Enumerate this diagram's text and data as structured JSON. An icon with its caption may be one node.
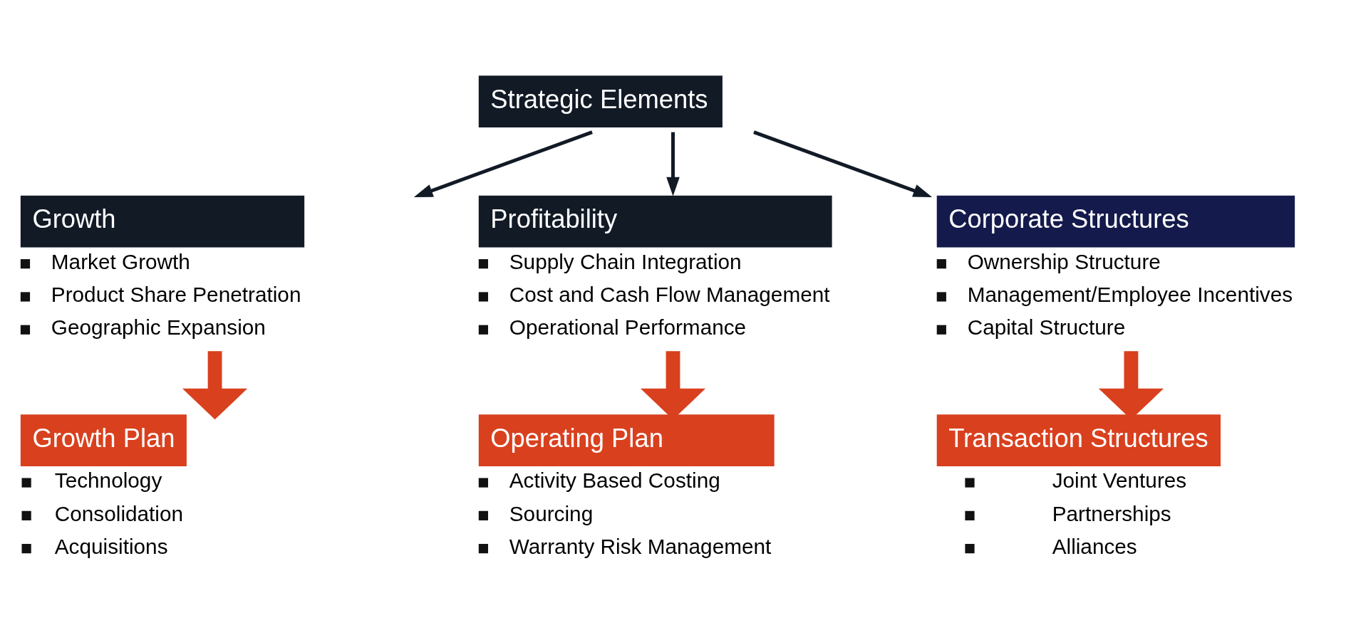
{
  "diagram": {
    "nodes": [
      {
        "text": [
          "Strategic Elements"
        ]
      },
      {
        "text": [
          "Growth",
          "Market Growth",
          "Product Share Penetration",
          "Geographic Expansion"
        ]
      },
      {
        "text": [
          "Profitability",
          "Supply Chain Integration",
          "Cost and Cash Flow Management",
          "Operational Performance"
        ]
      },
      {
        "text": [
          "Corporate Structures",
          "Ownership Structure",
          "Management/Employee Incentives",
          "Capital Structure"
        ]
      },
      {
        "text": [
          "Growth Plan",
          "Technology",
          "Consolidation",
          "Acquisitions"
        ]
      },
      {
        "text": [
          "Operating Plan",
          "Activity Based Costing",
          "Sourcing",
          "Warranty Risk Management"
        ]
      },
      {
        "text": [
          "Transaction Structures",
          "Joint Ventures",
          "Partnerships",
          "Alliances"
        ]
      }
    ],
    "edges": [
      {
        "from": 0,
        "to": 1,
        "arrow": "to"
      },
      {
        "from": 0,
        "to": 2,
        "arrow": "to"
      },
      {
        "from": 0,
        "to": 3,
        "arrow": "to"
      },
      {
        "from": 1,
        "to": 4,
        "arrow": "to",
        "style": "thick",
        "color": "#d9401e"
      },
      {
        "from": 2,
        "to": 5,
        "arrow": "to",
        "style": "thick",
        "color": "#d9401e"
      },
      {
        "from": 3,
        "to": 6,
        "arrow": "to",
        "style": "thick",
        "color": "#d9401e"
      }
    ]
  }
}
